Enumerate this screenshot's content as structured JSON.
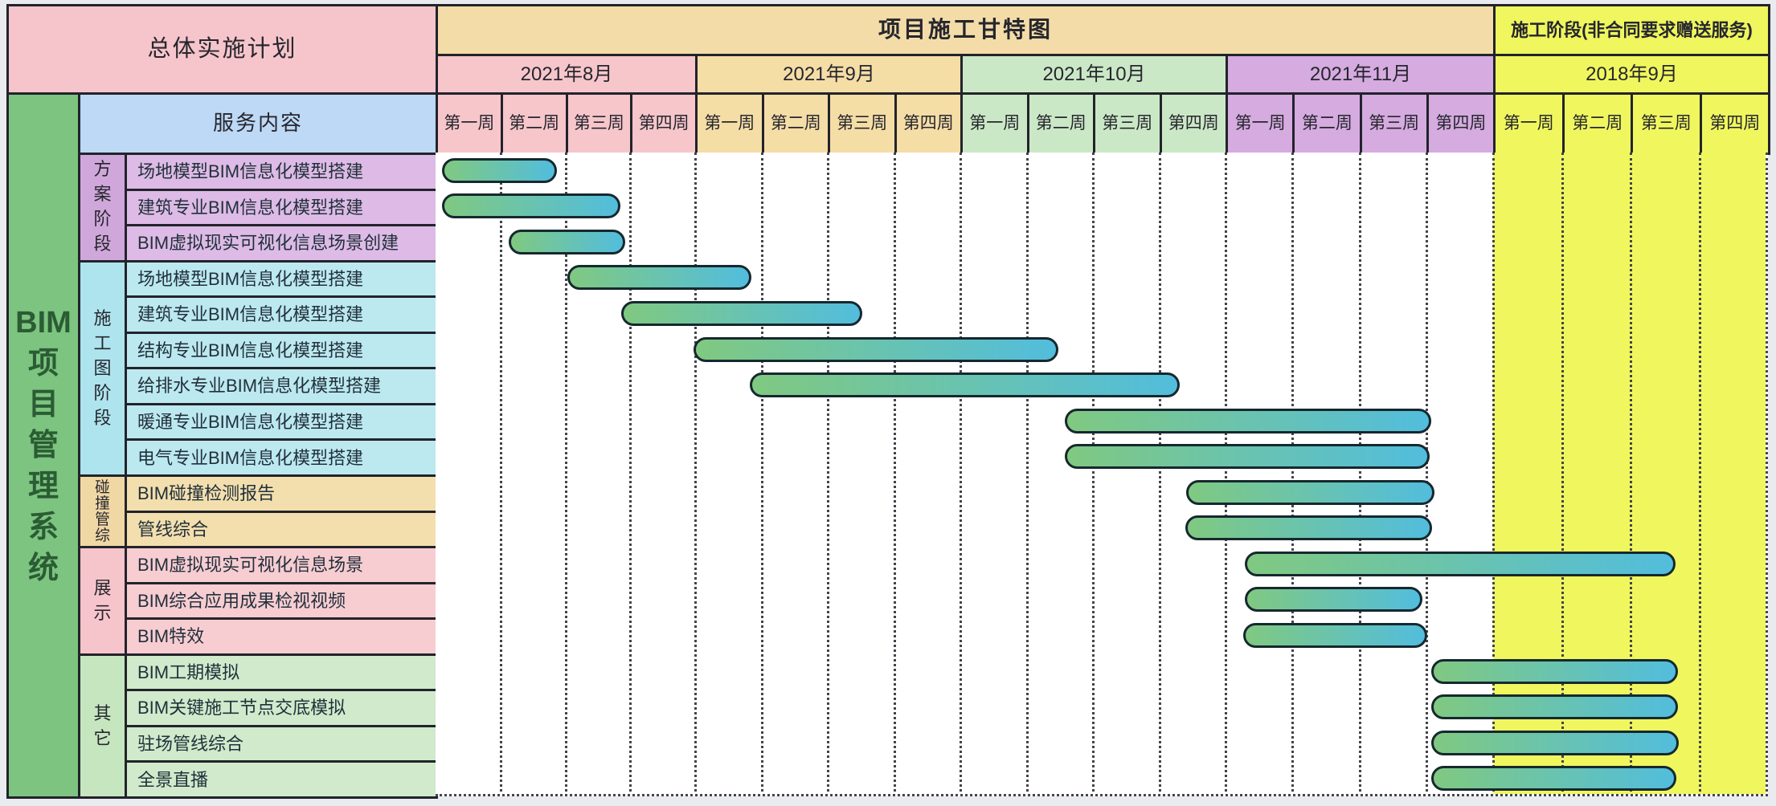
{
  "page": {
    "background": "#e9ebee"
  },
  "left_panel": {
    "plan_title": "总体实施计划",
    "system_title": "BIM项目管理系统",
    "service_header": "服务内容"
  },
  "header": {
    "gantt_title": "项目施工甘特图",
    "bonus_title": "施工阶段(非合同要求赠送服务)"
  },
  "colors": {
    "plan_header": "#f6c5cb",
    "system_column": "#7cc480",
    "service_header": "#bdd9f6",
    "gantt_title": "#f3dca7",
    "bonus_header": "#eff65e",
    "bonus_zone": "#f0f75e",
    "bar_gradient_start": "#80c981",
    "bar_gradient_end": "#52bddd",
    "bar_border": "#16282e",
    "grid_border": "#22232b"
  },
  "chart_data": {
    "type": "gantt",
    "title": "项目施工甘特图",
    "axis_unit": "周 (week index 0-20, 4 weeks per month column)",
    "months": [
      {
        "label": "2021年8月",
        "color": "#f6c6cb"
      },
      {
        "label": "2021年9月",
        "color": "#f5dda6"
      },
      {
        "label": "2021年10月",
        "color": "#cbe8c6"
      },
      {
        "label": "2021年11月",
        "color": "#d5abe0"
      },
      {
        "label": "2018年9月",
        "color": "#f0f75e"
      }
    ],
    "week_labels": [
      "第一周",
      "第二周",
      "第三周",
      "第四周"
    ],
    "groups": [
      {
        "phase": "方案阶段",
        "phase_color": "#d0a7db",
        "row_color": "#ddbbe6",
        "tasks": [
          {
            "label": "场地模型BIM信息化模型搭建",
            "start": 0.1,
            "end": 1.87
          },
          {
            "label": "建筑专业BIM信息化模型搭建",
            "start": 0.1,
            "end": 2.85
          },
          {
            "label": "BIM虚拟现实可视化信息场景创建",
            "start": 1.13,
            "end": 2.92
          }
        ]
      },
      {
        "phase": "施工图阶段",
        "phase_color": "#aee4ed",
        "row_color": "#bce9f0",
        "tasks": [
          {
            "label": "场地模型BIM信息化模型搭建",
            "start": 2.03,
            "end": 4.85
          },
          {
            "label": "建筑专业BIM信息化模型搭建",
            "start": 2.86,
            "end": 6.52
          },
          {
            "label": "结构专业BIM信息化模型搭建",
            "start": 3.98,
            "end": 9.48
          },
          {
            "label": "给排水专业BIM信息化模型搭建",
            "start": 4.82,
            "end": 11.31
          },
          {
            "label": "暖通专业BIM信息化模型搭建",
            "start": 9.58,
            "end": 15.08
          },
          {
            "label": "电气专业BIM信息化模型搭建",
            "start": 9.58,
            "end": 15.05
          }
        ]
      },
      {
        "phase": "碰撞管综",
        "phase_color": "#f0d8a4",
        "row_color": "#f3dfae",
        "tasks": [
          {
            "label": "BIM碰撞检测报告",
            "start": 11.41,
            "end": 15.12
          },
          {
            "label": "管线综合",
            "start": 11.39,
            "end": 15.09
          }
        ]
      },
      {
        "phase": "展示",
        "phase_color": "#f6c5cb",
        "row_color": "#f7cdd2",
        "tasks": [
          {
            "label": "BIM虚拟现实可视化信息场景",
            "start": 12.29,
            "end": 18.65
          },
          {
            "label": "BIM综合应用成果检视视频",
            "start": 12.29,
            "end": 14.94
          },
          {
            "label": "BIM特效",
            "start": 12.26,
            "end": 15.02
          }
        ]
      },
      {
        "phase": "其它",
        "phase_color": "#c6e6c0",
        "row_color": "#d0eacb",
        "tasks": [
          {
            "label": "BIM工期模拟",
            "start": 15.08,
            "end": 18.69
          },
          {
            "label": "BIM关键施工节点交底模拟",
            "start": 15.08,
            "end": 18.69
          },
          {
            "label": "驻场管线综合",
            "start": 15.08,
            "end": 18.7
          },
          {
            "label": "全景直播",
            "start": 15.08,
            "end": 18.67
          }
        ]
      }
    ]
  }
}
